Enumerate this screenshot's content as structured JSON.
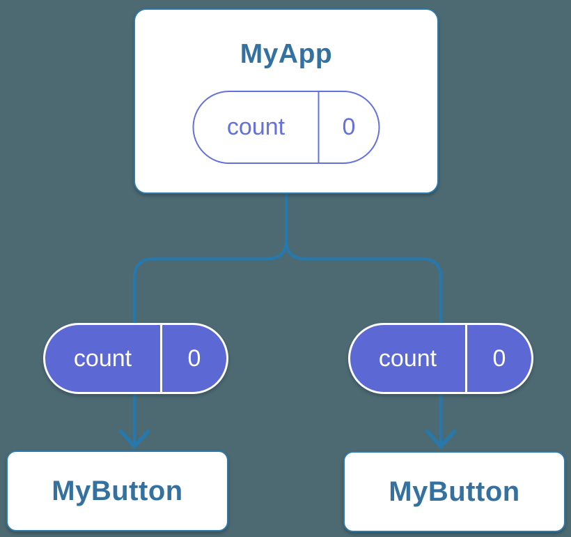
{
  "theme": {
    "bg": "#4d6971",
    "line": "#2878ab",
    "card-border": "#2e7aa9",
    "title-color": "#35719f",
    "purple-fill": "#5c68d4",
    "purple-line": "#6370dd",
    "pill-text-light": "#ffffff",
    "card-bg": "#ffffff"
  },
  "diagram": {
    "type": "component-tree",
    "root": {
      "title": "MyApp",
      "state": {
        "name": "count",
        "value": "0"
      }
    },
    "children": [
      {
        "title": "MyButton",
        "state": {
          "name": "count",
          "value": "0"
        }
      },
      {
        "title": "MyButton",
        "state": {
          "name": "count",
          "value": "0"
        }
      }
    ]
  }
}
